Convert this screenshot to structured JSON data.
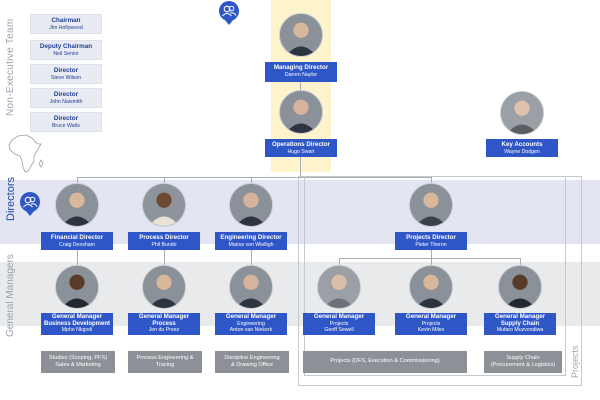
{
  "side_labels": {
    "non_executive": "Non-Executive Team",
    "directors": "Directors",
    "general_managers": "General Managers",
    "projects": "Projects"
  },
  "non_executive": [
    {
      "title": "Chairman",
      "name": "Jim Hollywood"
    },
    {
      "title": "Deputy Chairman",
      "name": "Neil Senior"
    },
    {
      "title": "Director",
      "name": "Steve Wilson"
    },
    {
      "title": "Director",
      "name": "John Naismith"
    },
    {
      "title": "Director",
      "name": "Bruce Watts"
    }
  ],
  "executives": {
    "managing_director": {
      "title": "Managing Director",
      "name": "Darren Naylor"
    },
    "operations_director": {
      "title": "Operations Director",
      "name": "Hugo Swart"
    },
    "key_accounts": {
      "title": "Key Accounts",
      "name": "Wayne Dodgen"
    }
  },
  "directors": [
    {
      "title": "Financial Director",
      "name": "Craig Densham"
    },
    {
      "title": "Process Director",
      "name": "Phil Bundo"
    },
    {
      "title": "Engineering Director",
      "name": "Marius von Wielligh"
    },
    {
      "title": "Projects Director",
      "name": "Pieter Theron"
    }
  ],
  "general_managers": [
    {
      "title": "General Manager",
      "dept": "Business Development",
      "name": "Mpho Nkgodi"
    },
    {
      "title": "General Manager",
      "dept": "Process",
      "name": "Jen du Preez"
    },
    {
      "title": "General Manager",
      "dept": "Engineering",
      "name": "Anton van Niekerk"
    },
    {
      "title": "General Manager",
      "dept": "Projects",
      "name": "Geoff Sewell"
    },
    {
      "title": "General Manager",
      "dept": "Projects",
      "name": "Kevin Miles"
    },
    {
      "title": "General Manager",
      "dept": "Supply Chain",
      "name": "Mufaro Muzvondiwa"
    }
  ],
  "functions": [
    {
      "line1": "Studies (Scoping, PFS)",
      "line2": "Sales & Marketing"
    },
    {
      "line1": "Process Engineering &",
      "line2": "Tracing"
    },
    {
      "line1": "Discipline Engineering",
      "line2": "& Drawing Office"
    },
    {
      "line1": "Projects (DFS, Execution & Commissioning)",
      "line2": ""
    },
    {
      "line1": "Supply Chain",
      "line2": "(Procurement & Logistics)"
    }
  ],
  "icons": {
    "top_pin": "user-group-icon",
    "directors_pin": "user-group-icon",
    "map": "africa-map-icon"
  },
  "colors": {
    "brand_blue": "#2f56c7",
    "director_band": "#e3e5f3",
    "manager_band": "#e9eaec",
    "md_highlight": "#fdf4cc",
    "function_grey": "#8d9197"
  }
}
